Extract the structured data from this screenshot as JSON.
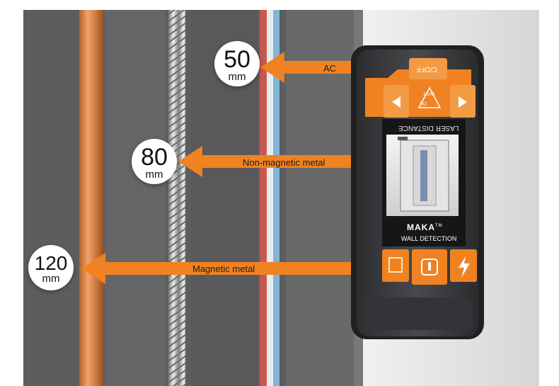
{
  "scene": {
    "colors": {
      "background": "#ffffff",
      "wall_dark": "#5d5d5f",
      "wall_light": "#e6e6e6",
      "arrow": "#f08222",
      "copper_pipe": "#d98a52",
      "device_body": "#3c3d3f",
      "device_accent": "#f08222"
    },
    "objects": [
      "copper pipe",
      "rebar",
      "electrical wire",
      "wall detector"
    ]
  },
  "callouts": [
    {
      "value": "50",
      "unit": "mm",
      "label": "AC"
    },
    {
      "value": "80",
      "unit": "mm",
      "label": "Non-magnetic metal"
    },
    {
      "value": "120",
      "unit": "mm",
      "label": "Magnetic metal"
    }
  ],
  "device": {
    "brand": "MAKA",
    "trademark": "TM",
    "mode_text": "WALL DETECTION",
    "screen_text": "LASER DISTANCE",
    "power_label": "C/OFF",
    "dist_label": "DIST",
    "ok_label": "OK",
    "icons": [
      "left-arrow-icon",
      "right-arrow-icon",
      "power-icon",
      "lightning-icon",
      "wall-mode-icon"
    ]
  }
}
